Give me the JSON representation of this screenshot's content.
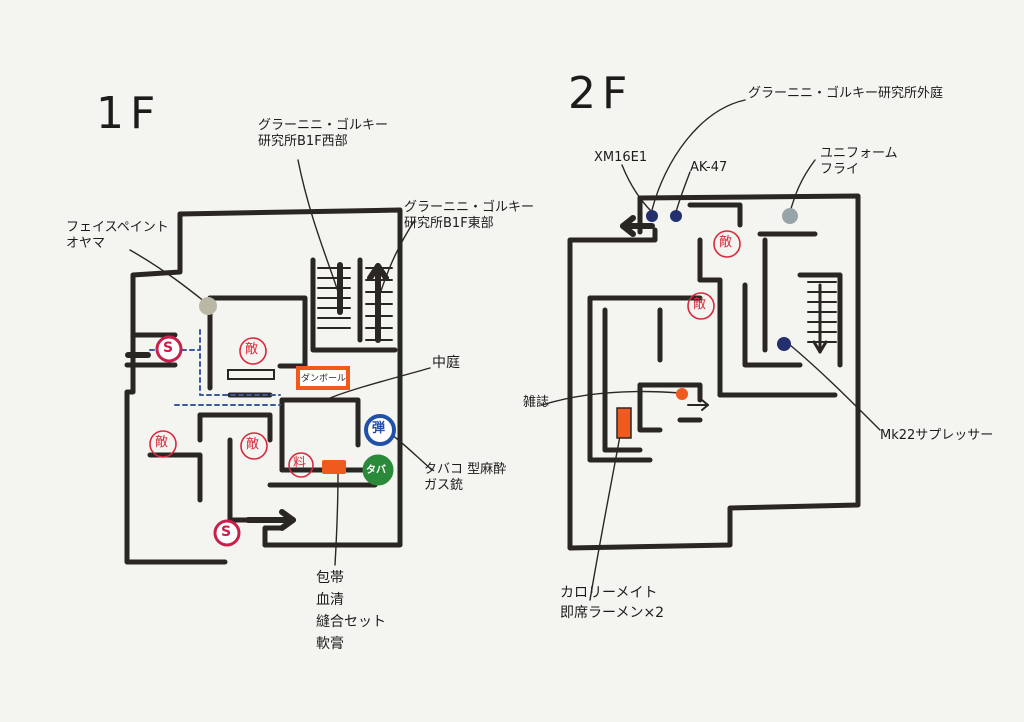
{
  "floors": {
    "first": {
      "title": "1F",
      "labels": {
        "west_wing": "グラーニニ・ゴルキー\n研究所B1F西部",
        "east_wing": "グラーニニ・ゴルキー\n研究所B1F東部",
        "face_paint": "フェイスペイント\nオヤマ",
        "courtyard": "中庭",
        "tobacco": "タバコ 型麻酔\nガス銃",
        "medical": "包帯\n血清\n縫合セット\n軟膏"
      },
      "markers": {
        "save": "S",
        "enemy": "敵",
        "ration": "料",
        "ammo": "弾",
        "tobacco": "タバ",
        "cardboard": "ダンボール"
      }
    },
    "second": {
      "title": "2F",
      "labels": {
        "outer_garden": "グラーニニ・ゴルキー研究所外庭",
        "xm16e1": "XM16E1",
        "ak47": "AK-47",
        "uniform": "ユニフォーム\nフライ",
        "magazine": "雑誌",
        "mk22": "Mk22サプレッサー",
        "calorie": "カロリーメイト\n即席ラーメン×2"
      },
      "markers": {
        "enemy": "敵"
      }
    }
  },
  "colors": {
    "ink": "#2a2624",
    "save": "#c8204a",
    "enemy": "#d82a3c",
    "ration": "#d82a3c",
    "ammo_blue": "#2050a8",
    "tobacco_green": "#2a8a3a",
    "orange": "#f05a1e",
    "navy_item": "#24306e",
    "grey_item": "#98a4a8",
    "face_paint_item": "#b8b8a4"
  }
}
